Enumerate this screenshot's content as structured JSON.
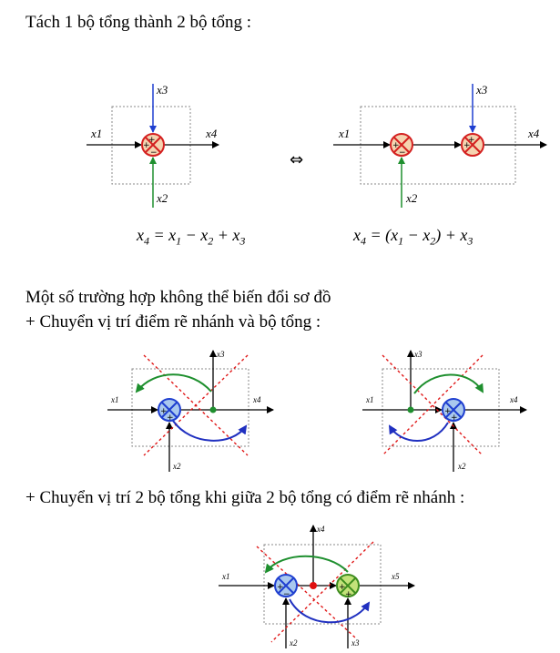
{
  "heading": "Tách 1 bộ tổng thành 2 bộ tổng :",
  "equivalence_symbol": "⇔",
  "equations": {
    "left": {
      "a": "x",
      "s1": "4",
      "b": " = x",
      "s2": "1",
      "c": " − x",
      "s3": "2",
      "d": " + x",
      "s4": "3"
    },
    "right": {
      "a": "x",
      "s1": "4",
      "b": " = (x",
      "s2": "1",
      "c": " − x",
      "s3": "2",
      "d": ") + x",
      "s4": "3"
    }
  },
  "section2_title": "Một số trường hợp không thể biến đổi sơ đồ",
  "case1_title": "+ Chuyển vị trí điểm rẽ nhánh và bộ tổng :",
  "case2_title": "+ Chuyển vị trí 2 bộ tổng khi giữa 2 bộ tổng có điểm rẽ nhánh :",
  "signal_labels": {
    "x1": "x1",
    "x2": "x2",
    "x3": "x3",
    "x4": "x4",
    "x5": "x5"
  },
  "colors": {
    "forward_line": "#000000",
    "x3_arrow": "#1f3fd0",
    "x2_arrow": "#1e8f2e",
    "summer_red_fill": "#f5d3b0",
    "summer_red_stroke": "#d42020",
    "summer_blue_fill": "#a9c8ee",
    "summer_blue_stroke": "#1f3fd0",
    "summer_green_fill": "#c3e27a",
    "summer_green_stroke": "#3d8c1e",
    "cross_red": "#e01818",
    "arc_green": "#1e8f2e",
    "arc_blue": "#2030c0",
    "branch_dot_green": "#1e8f2e",
    "branch_dot_red": "#e01010"
  }
}
